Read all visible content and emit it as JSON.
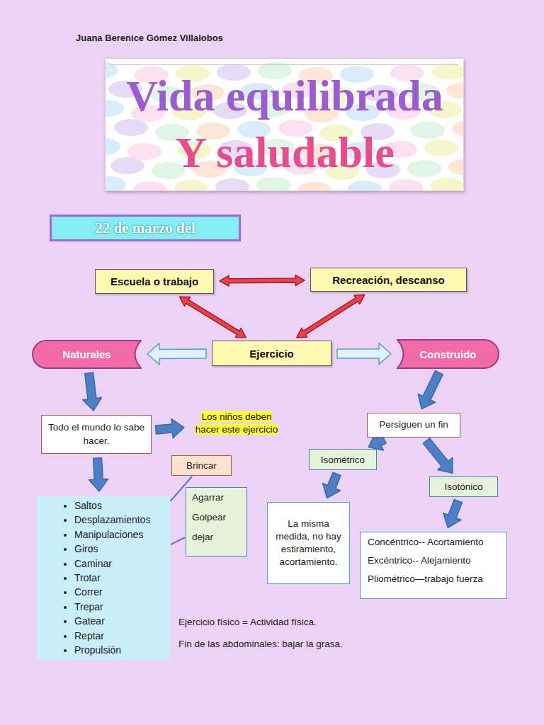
{
  "diagram": {
    "title": "Vida equilibrada Y saludable",
    "nodes": [
      {
        "text": [
          "22 de marzo del"
        ]
      },
      {
        "text": [
          "Escuela o trabajo"
        ]
      },
      {
        "text": [
          "Recreación, descanso"
        ]
      },
      {
        "text": [
          "Ejercicio"
        ]
      },
      {
        "text": [
          "Naturales"
        ]
      },
      {
        "text": [
          "Construido"
        ]
      },
      {
        "text": [
          "Todo el mundo lo sabe hacer."
        ]
      },
      {
        "text": [
          "Los niños deben hacer este ejercicio"
        ]
      },
      {
        "text": [
          "Persiguen un fin"
        ]
      },
      {
        "text": [
          "Brincar"
        ]
      },
      {
        "text": [
          "Isométrico"
        ]
      },
      {
        "text": [
          "Agarrar",
          "Golpear",
          "dejar"
        ]
      },
      {
        "text": [
          "Isotónico"
        ]
      },
      {
        "text": [
          "Saltos",
          "Desplazamientos",
          "Manipulaciones",
          "Giros",
          "Caminar",
          "Trotar",
          "Correr",
          "Trepar",
          "Gatear",
          "Reptar",
          "Propulsión"
        ]
      },
      {
        "text": [
          "La misma medida, no hay estiramiento, acortamiento."
        ]
      },
      {
        "text": [
          "Concéntrico-- Acortamiento",
          "Excéntrico-- Alejamiento",
          "Pliométrico—trabajo fuerza"
        ]
      }
    ],
    "edges": [
      {
        "from": 1,
        "to": 2,
        "arrow": "both"
      },
      {
        "from": 1,
        "to": 3,
        "arrow": "both"
      },
      {
        "from": 2,
        "to": 3,
        "arrow": "both"
      },
      {
        "from": 3,
        "to": 4,
        "arrow": "to"
      },
      {
        "from": 3,
        "to": 5,
        "arrow": "to"
      },
      {
        "from": 4,
        "to": 6,
        "arrow": "to"
      },
      {
        "from": 6,
        "to": 7,
        "arrow": "to"
      },
      {
        "from": 6,
        "to": 13,
        "arrow": "to"
      },
      {
        "from": 5,
        "to": 8,
        "arrow": "to"
      },
      {
        "from": 8,
        "to": 10,
        "arrow": "to"
      },
      {
        "from": 8,
        "to": 12,
        "arrow": "to"
      },
      {
        "from": 10,
        "to": 14,
        "arrow": "to"
      },
      {
        "from": 12,
        "to": 15,
        "arrow": "to"
      },
      {
        "from": 13,
        "to": 9,
        "arrow": "none"
      },
      {
        "from": 13,
        "to": 11,
        "arrow": "none"
      }
    ],
    "labels": [
      "Juana Berenice Gómez Villalobos",
      "Ejercicio físico = Actividad física.",
      "Fin de las abdominales: bajar la grasa."
    ]
  }
}
